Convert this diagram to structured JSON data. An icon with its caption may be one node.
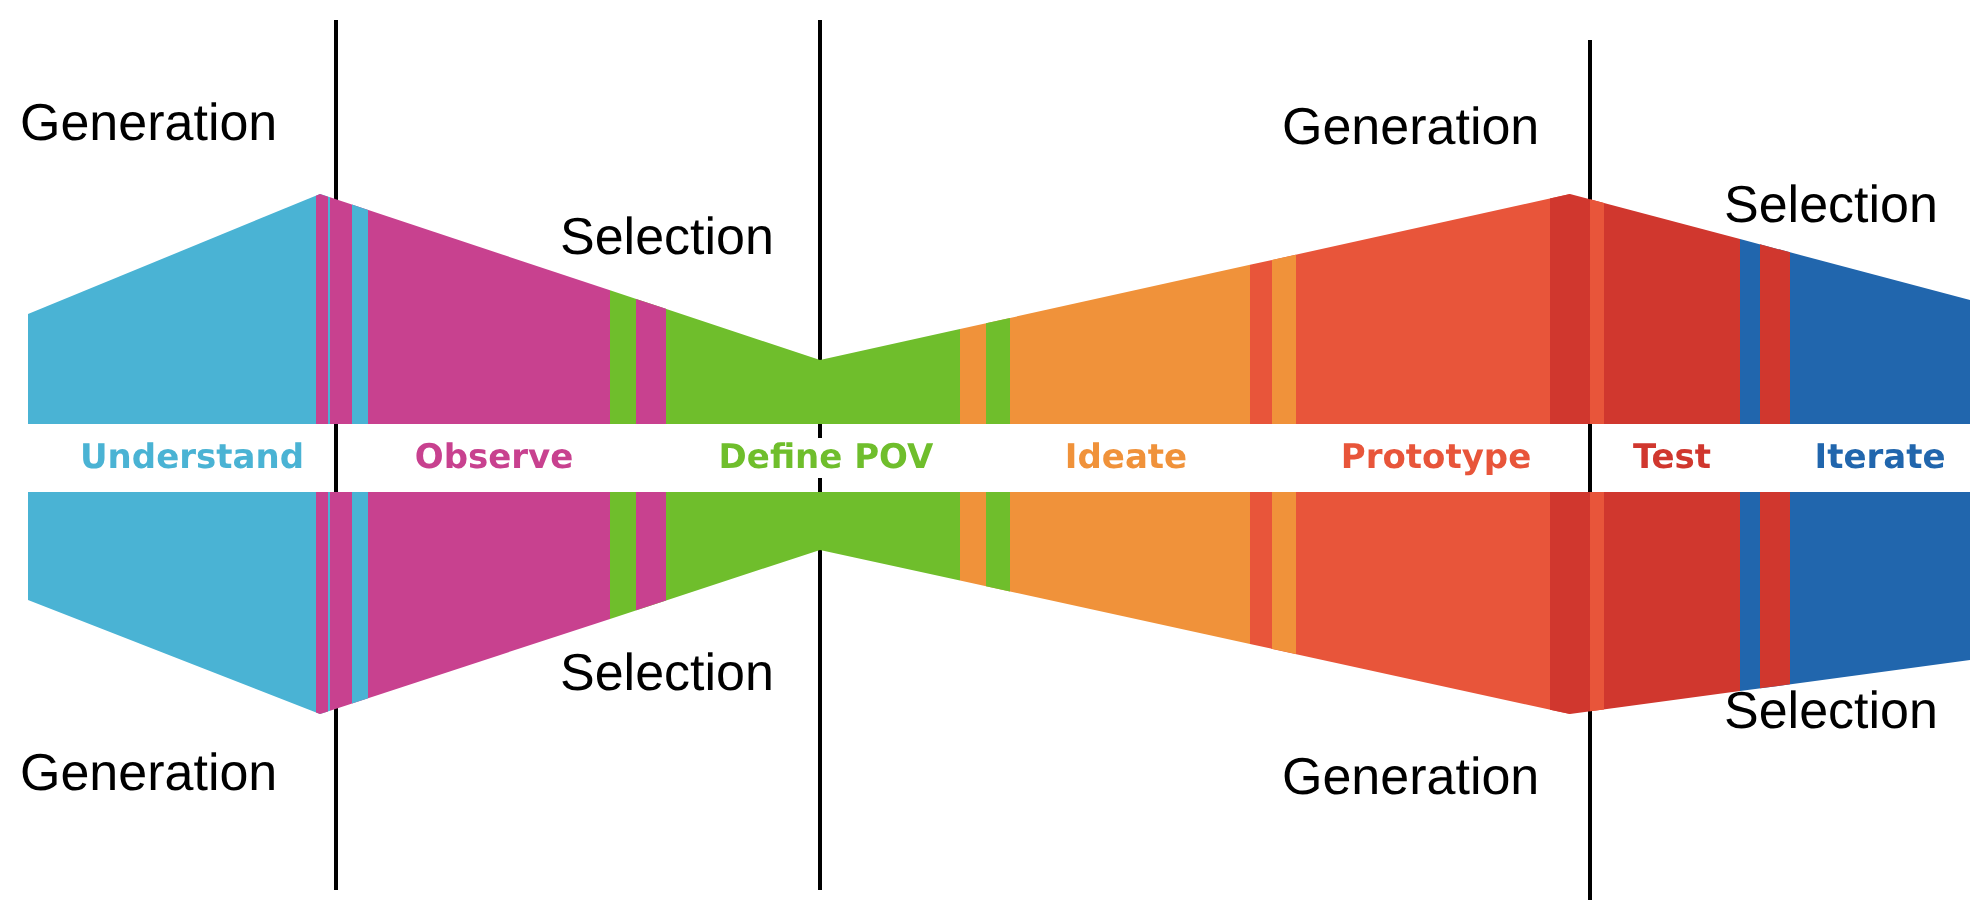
{
  "diagram": {
    "nodes": [
      {
        "text": [
          "Understand"
        ]
      },
      {
        "text": [
          "Observe"
        ]
      },
      {
        "text": [
          "Define POV"
        ]
      },
      {
        "text": [
          "Ideate"
        ]
      },
      {
        "text": [
          "Prototype"
        ]
      },
      {
        "text": [
          "Test"
        ]
      },
      {
        "text": [
          "Iterate"
        ]
      }
    ],
    "labels": [
      "Generation",
      "Selection",
      "Generation",
      "Selection",
      "Selection",
      "Generation",
      "Generation",
      "Selection"
    ]
  }
}
